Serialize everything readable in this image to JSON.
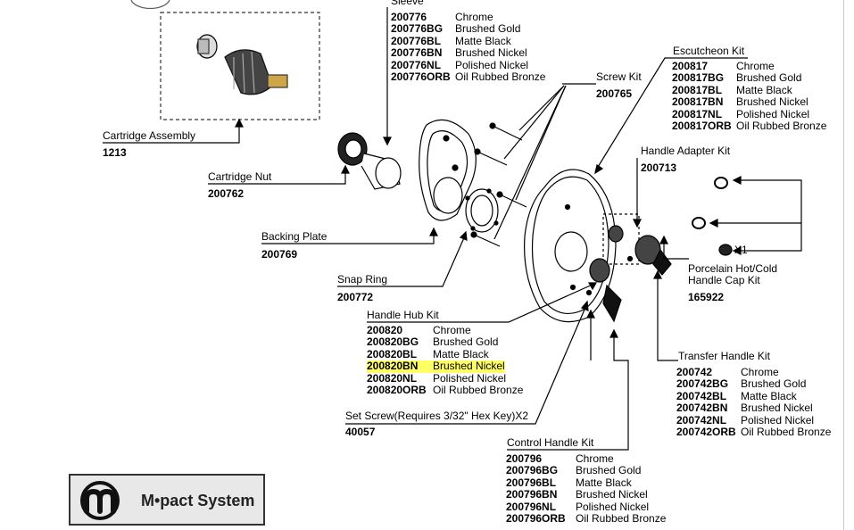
{
  "sleeve": {
    "title": "Sleeve",
    "items": [
      {
        "code": "200776",
        "finish": "Chrome"
      },
      {
        "code": "200776BG",
        "finish": "Brushed Gold"
      },
      {
        "code": "200776BL",
        "finish": "Matte Black"
      },
      {
        "code": "200776BN",
        "finish": "Brushed Nickel"
      },
      {
        "code": "200776NL",
        "finish": "Polished Nickel"
      },
      {
        "code": "200776ORB",
        "finish": "Oil Rubbed Bronze"
      }
    ]
  },
  "cartridge_assembly": {
    "title": "Cartridge Assembly",
    "code": "1213"
  },
  "cartridge_nut": {
    "title": "Cartridge Nut",
    "code": "200762"
  },
  "backing_plate": {
    "title": "Backing Plate",
    "code": "200769"
  },
  "snap_ring": {
    "title": "Snap Ring",
    "code": "200772"
  },
  "screw_kit": {
    "title": "Screw Kit",
    "code": "200765"
  },
  "escutcheon_kit": {
    "title": "Escutcheon Kit",
    "items": [
      {
        "code": "200817",
        "finish": "Chrome"
      },
      {
        "code": "200817BG",
        "finish": "Brushed Gold"
      },
      {
        "code": "200817BL",
        "finish": "Matte Black"
      },
      {
        "code": "200817BN",
        "finish": "Brushed Nickel"
      },
      {
        "code": "200817NL",
        "finish": "Polished Nickel"
      },
      {
        "code": "200817ORB",
        "finish": "Oil Rubbed Bronze"
      }
    ]
  },
  "handle_adapter_kit": {
    "title": "Handle Adapter Kit",
    "code": "200713"
  },
  "cap_kit": {
    "title_line1": "Porcelain Hot/Cold",
    "title_line2": "Handle Cap Kit",
    "code": "165922",
    "qty": "X1"
  },
  "handle_hub_kit": {
    "title": "Handle Hub Kit",
    "items": [
      {
        "code": "200820",
        "finish": "Chrome"
      },
      {
        "code": "200820BG",
        "finish": "Brushed Gold"
      },
      {
        "code": "200820BL",
        "finish": "Matte Black"
      },
      {
        "code": "200820BN",
        "finish": "Brushed Nickel"
      },
      {
        "code": "200820NL",
        "finish": "Polished Nickel"
      },
      {
        "code": "200820ORB",
        "finish": "Oil Rubbed Bronze"
      }
    ],
    "highlight_code": "200820BN",
    "highlight_color": "#ffff66"
  },
  "set_screw": {
    "title": "Set Screw(Requires 3/32\" Hex Key)X2",
    "code": "40057"
  },
  "transfer_handle_kit": {
    "title": "Transfer Handle Kit",
    "items": [
      {
        "code": "200742",
        "finish": "Chrome"
      },
      {
        "code": "200742BG",
        "finish": "Brushed Gold"
      },
      {
        "code": "200742BL",
        "finish": "Matte Black"
      },
      {
        "code": "200742BN",
        "finish": "Brushed Nickel"
      },
      {
        "code": "200742NL",
        "finish": "Polished Nickel"
      },
      {
        "code": "200742ORB",
        "finish": "Oil Rubbed Bronze"
      }
    ]
  },
  "control_handle_kit": {
    "title": "Control Handle Kit",
    "items": [
      {
        "code": "200796",
        "finish": "Chrome"
      },
      {
        "code": "200796BG",
        "finish": "Brushed Gold"
      },
      {
        "code": "200796BL",
        "finish": "Matte Black"
      },
      {
        "code": "200796BN",
        "finish": "Brushed Nickel"
      },
      {
        "code": "200796NL",
        "finish": "Polished Nickel"
      },
      {
        "code": "200796ORB",
        "finish": "Oil Rubbed Bronze"
      }
    ]
  },
  "logo": {
    "text": "M•pact System",
    "icon": "m-pact-logo-icon"
  }
}
